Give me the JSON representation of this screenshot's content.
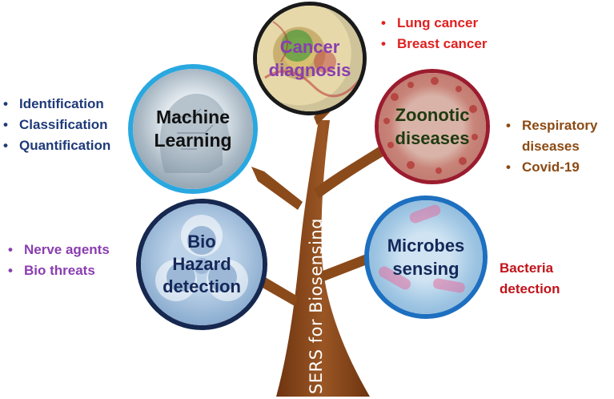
{
  "trunk_label": "SERS for Biosensing",
  "branches": {
    "cancer": {
      "title_line1": "Cancer",
      "title_line2": "diagnosis",
      "items": [
        "Lung cancer",
        "Breast cancer"
      ],
      "title_color": "#8a3db0",
      "item_color": "#e02020",
      "ring_color": "#1a1a1a"
    },
    "machine_learning": {
      "title_line1": "Machine",
      "title_line2": "Learning",
      "items": [
        "Identification",
        "Classification",
        "Quantification"
      ],
      "title_color": "#111111",
      "item_color": "#1f3a7a",
      "ring_color": "#29a8e0"
    },
    "zoonotic": {
      "title_line1": "Zoonotic",
      "title_line2": "diseases",
      "items": [
        "Respiratory",
        "diseases",
        "Covid-19"
      ],
      "title_color": "#1f3a10",
      "item_color": "#8b4a12",
      "ring_color": "#9b1c2e"
    },
    "biohazard": {
      "title_line1": "Bio",
      "title_line2": "Hazard",
      "title_line3": "detection",
      "items": [
        "Nerve agents",
        "Bio threats"
      ],
      "title_color": "#14285a",
      "item_color": "#8a3db0",
      "ring_color": "#16284f"
    },
    "microbes": {
      "title_line1": "Microbes",
      "title_line2": "sensing",
      "detail_line1": "Bacteria",
      "detail_line2": "detection",
      "title_color": "#14285a",
      "item_color": "#c0141a",
      "ring_color": "#1d6fc0"
    }
  },
  "colors": {
    "wood": "#8b4a1a",
    "wood_dark": "#7a3d12"
  }
}
